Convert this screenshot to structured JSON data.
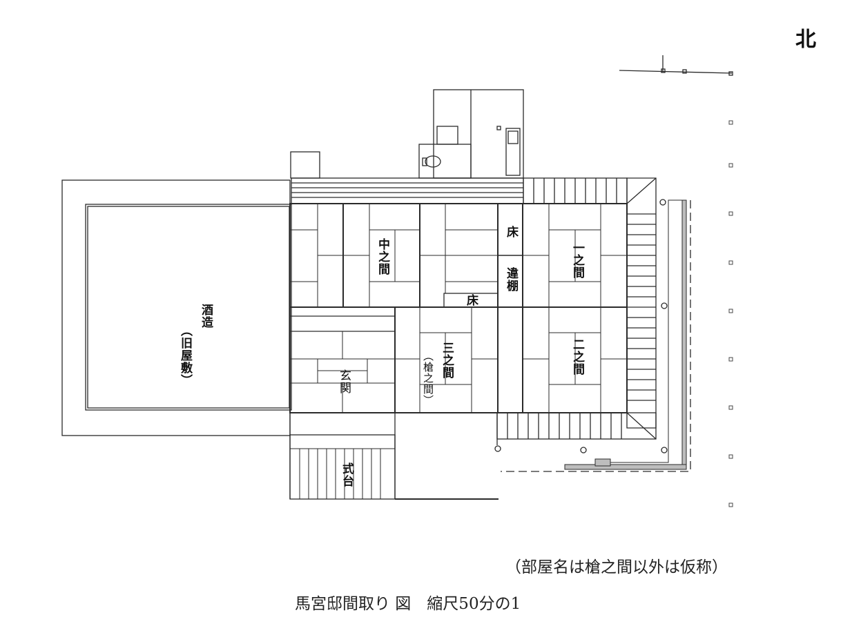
{
  "drawing": {
    "title": "馬宮邸間取り 図　縮尺50分の1",
    "note": "（部屋名は槍之間以外は仮称）",
    "north_label": "北",
    "scale": "縮尺50分の1"
  },
  "rooms": {
    "sake_brewery": {
      "name": "酒造",
      "sub": "（旧屋敷）"
    },
    "naka_no_ma": {
      "name": "中之間"
    },
    "ichi_no_ma": {
      "name": "一之間"
    },
    "ni_no_ma": {
      "name": "二之間"
    },
    "san_no_ma": {
      "name": "三之間",
      "alias": "（槍之間）"
    },
    "genkan": {
      "name": "玄関"
    },
    "shikidai": {
      "name": "式台"
    },
    "toko_1": {
      "name": "床"
    },
    "toko_2": {
      "name": "床"
    },
    "chigaidana": {
      "name": "違棚"
    }
  },
  "colors": {
    "line": "#2a2a2a",
    "wall_fill": "#bdbdbd",
    "background": "#ffffff"
  }
}
